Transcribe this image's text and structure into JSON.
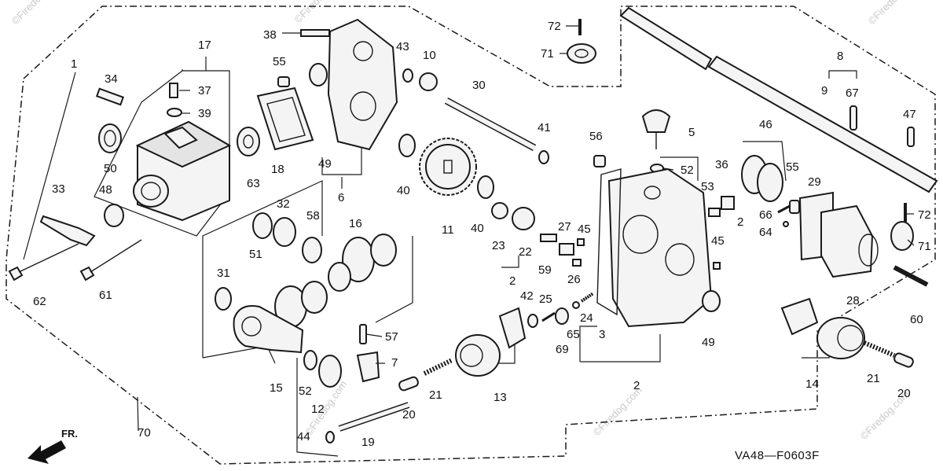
{
  "diagram": {
    "code": "VA48—F0603F",
    "direction_label": "FR.",
    "watermark": "©Firedog.com",
    "part_labels": [
      "1",
      "2",
      "3",
      "5",
      "6",
      "7",
      "8",
      "9",
      "10",
      "11",
      "12",
      "13",
      "14",
      "15",
      "16",
      "17",
      "18",
      "19",
      "20",
      "21",
      "22",
      "23",
      "24",
      "25",
      "26",
      "27",
      "28",
      "29",
      "30",
      "31",
      "32",
      "33",
      "34",
      "36",
      "37",
      "38",
      "39",
      "40",
      "41",
      "42",
      "43",
      "44",
      "45",
      "46",
      "47",
      "48",
      "49",
      "50",
      "51",
      "52",
      "53",
      "55",
      "56",
      "57",
      "58",
      "59",
      "60",
      "61",
      "62",
      "63",
      "64",
      "65",
      "66",
      "67",
      "69",
      "70",
      "71",
      "72"
    ]
  }
}
